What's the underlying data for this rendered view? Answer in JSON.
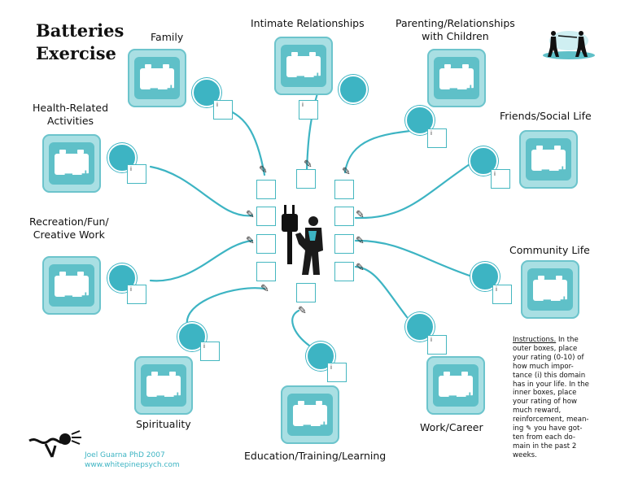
{
  "title_line1": "Batteries",
  "title_line2": "Exercise",
  "domains": [
    {
      "key": "family",
      "label": "Family"
    },
    {
      "key": "intimate",
      "label": "Intimate Relationships"
    },
    {
      "key": "parenting",
      "label_line1": "Parenting/Relationships",
      "label_line2": "with Children"
    },
    {
      "key": "health",
      "label_line1": "Health-Related",
      "label_line2": "Activities"
    },
    {
      "key": "friends",
      "label": "Friends/Social Life"
    },
    {
      "key": "recreation",
      "label_line1": "Recreation/Fun/",
      "label_line2": "Creative Work"
    },
    {
      "key": "community",
      "label": "Community Life"
    },
    {
      "key": "spirituality",
      "label": "Spirituality"
    },
    {
      "key": "education",
      "label": "Education/Training/Learning"
    },
    {
      "key": "work",
      "label": "Work/Career"
    }
  ],
  "battery_symbols": {
    "minus": "−",
    "plus": "+"
  },
  "box_mark": "i",
  "instructions": {
    "heading": "Instructions.",
    "body": " In the outer boxes, place your rating (0-10) of how much impor- tance (i) this domain has in your life. In the inner boxes, place your rating of how much reward, reinforcement, mean- ing ✎ you have got- ten from each do- main in the past 2 weeks."
  },
  "credit_line1": "Joel Guarna PhD 2007",
  "credit_line2": "www.whitepinepsych.com",
  "colors": {
    "accent": "#3db4c3",
    "battery_light": "#a9dfe3",
    "battery_dark": "#5fc0c8"
  }
}
